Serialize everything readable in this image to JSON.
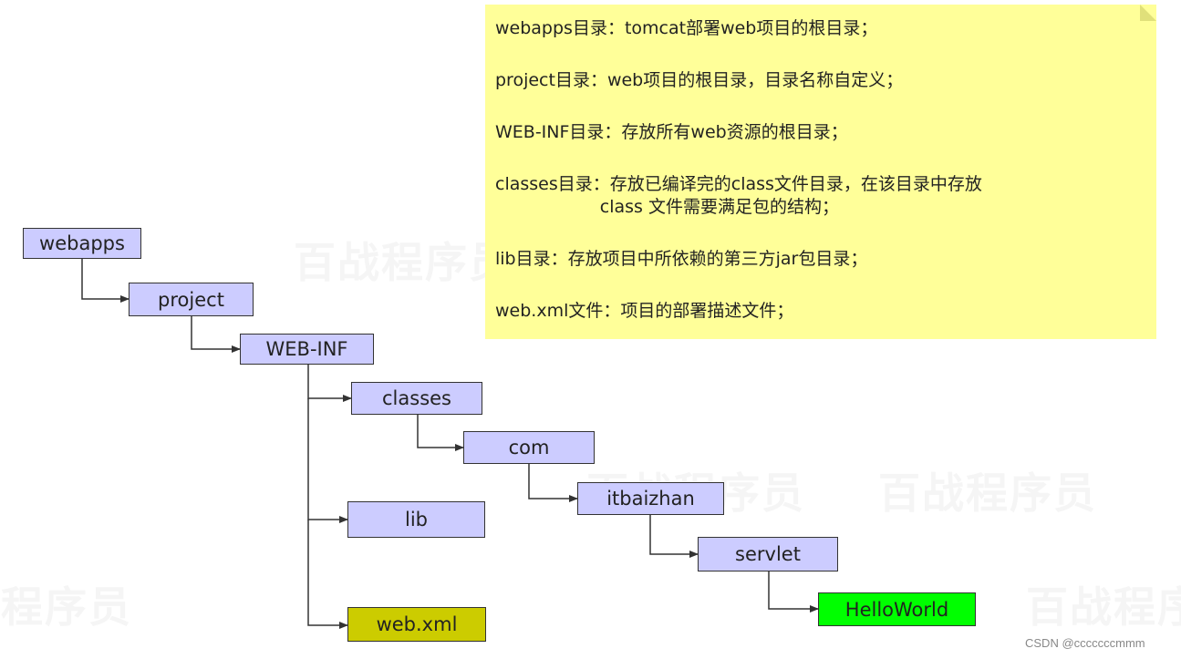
{
  "watermarks": [
    "百战程序员",
    "百战程序员",
    "百战程序员",
    "百战程序员",
    "百战程序员"
  ],
  "tree": {
    "webapps": "webapps",
    "project": "project",
    "webinf": "WEB-INF",
    "classes": "classes",
    "com": "com",
    "itbaizhan": "itbaizhan",
    "servlet": "servlet",
    "helloworld": "HelloWorld",
    "lib": "lib",
    "webxml": "web.xml"
  },
  "colors": {
    "node": "#ccccff",
    "webxml": "#cccc00",
    "helloworld": "#00ff00",
    "note": "#ffff99"
  },
  "note": {
    "webapps": "webapps目录：tomcat部署web项目的根目录；",
    "project": "project目录：web项目的根目录，目录名称自定义；",
    "webinf": "WEB-INF目录：存放所有web资源的根目录；",
    "classes": "classes目录：存放已编译完的class文件目录，在该目录中存放\n                   class 文件需要满足包的结构；",
    "lib": "lib目录：存放项目中所依赖的第三方jar包目录；",
    "webxml": "web.xml文件：项目的部署描述文件；"
  },
  "credit": "CSDN @cccccccmmm"
}
